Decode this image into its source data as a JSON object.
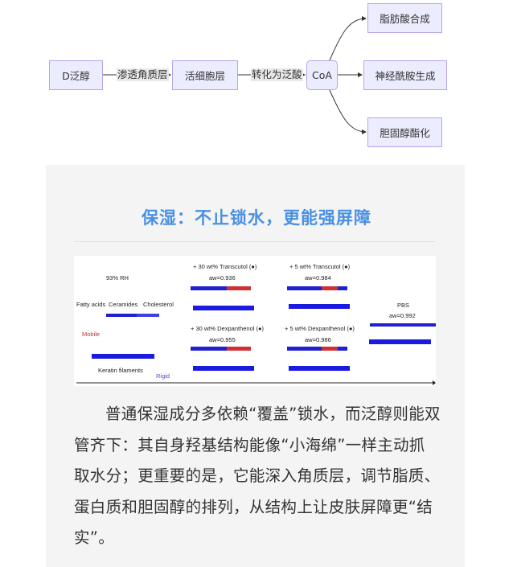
{
  "diagram": {
    "nodes": [
      "D泛醇",
      "活细胞层",
      "CoA",
      "脂肪酸合成",
      "神经酰胺生成",
      "胆固醇酯化"
    ],
    "edge_labels": [
      "渗透角质层",
      "转化为泛酸"
    ]
  },
  "section": {
    "title": "保湿：不止锁水，更能强屏障",
    "figure": {
      "rh": "93% RH",
      "fatty": "Fatty acids",
      "ceramides": "Ceramides",
      "cholesterol": "Cholesterol",
      "mobile": "Mobile",
      "keratin": "Keratin filaments",
      "rigid": "Rigid",
      "t30": "+ 30 wt% Transcutol (●)",
      "t30aw": "aw=0.936",
      "t5": "+ 5 wt% Transcutol (●)",
      "t5aw": "aw=0.984",
      "d30": "+ 30 wt% Dexpanthenol (●)",
      "d30aw": "aw=0.955",
      "d5": "+ 5 wt% Dexpanthenol (●)",
      "d5aw": "aw=0.986",
      "pbs": "PBS",
      "pbsaw": "aw=0.992"
    },
    "paragraph": "普通保湿成分多依赖“覆盖”锁水，而泛醇则能双管齐下：其自身羟基结构能像“小海绵”一样主动抓取水分；更重要的是，它能深入角质层，调节脂质、蛋白质和胆固醇的排列，从结构上让皮肤屏障更“结实”。"
  }
}
